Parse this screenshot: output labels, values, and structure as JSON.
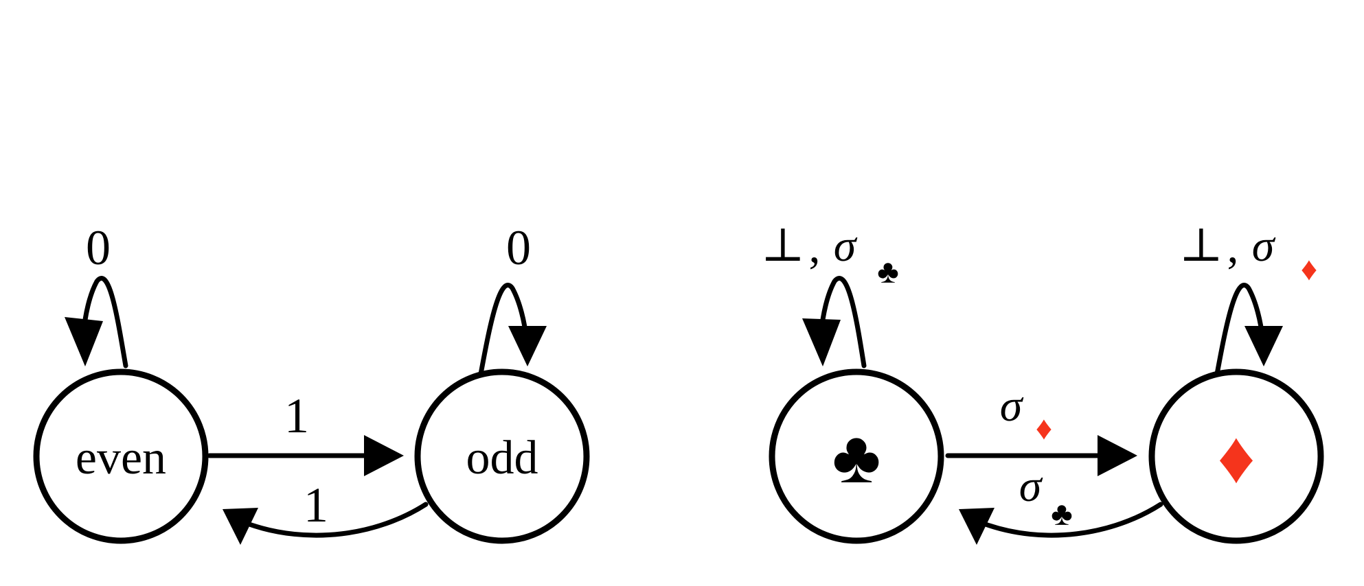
{
  "automaton_parity": {
    "states": {
      "even": "even",
      "odd": "odd"
    },
    "edges": {
      "even_self": "0",
      "odd_self": "0",
      "even_to_odd": "1",
      "odd_to_even": "1"
    }
  },
  "automaton_suits": {
    "states": {
      "club": "♣",
      "diamond": "♦"
    },
    "edges": {
      "club_self": {
        "bottom": "⊥",
        "sep": ",",
        "sigma": "σ",
        "sub": "♣"
      },
      "diamond_self": {
        "bottom": "⊥",
        "sep": ",",
        "sigma": "σ",
        "sub": "♦"
      },
      "club_to_diamond": {
        "sigma": "σ",
        "sub": "♦"
      },
      "diamond_to_club": {
        "sigma": "σ",
        "sub": "♣"
      }
    }
  },
  "colors": {
    "ink": "#000000",
    "diamond": "#f5341c"
  }
}
